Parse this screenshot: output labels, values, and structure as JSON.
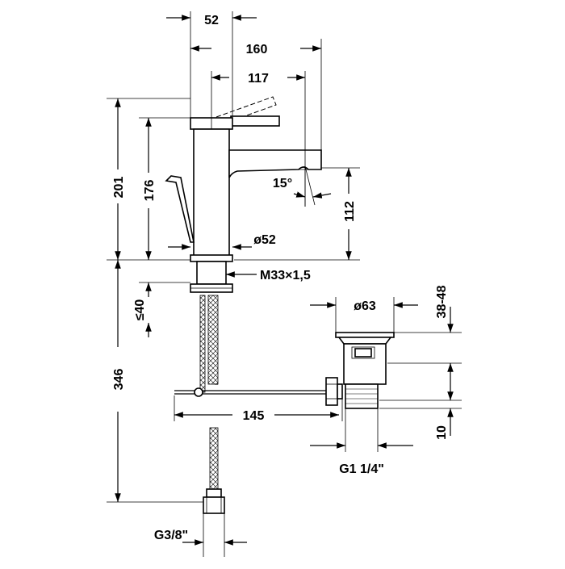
{
  "dimensions": {
    "top_52": "52",
    "width_160": "160",
    "reach_117": "117",
    "height_201": "201",
    "height_176": "176",
    "angle_15": "15°",
    "spout_112": "112",
    "base_dia": "ø52",
    "thread": "M33×1,5",
    "deck_40": "≤40",
    "hose_346": "346",
    "waste_dia": "ø63",
    "waste_range": "38-48",
    "rod_145": "145",
    "waste_10": "10",
    "waste_thread": "G1 1/4\"",
    "hose_thread": "G3/8\""
  }
}
